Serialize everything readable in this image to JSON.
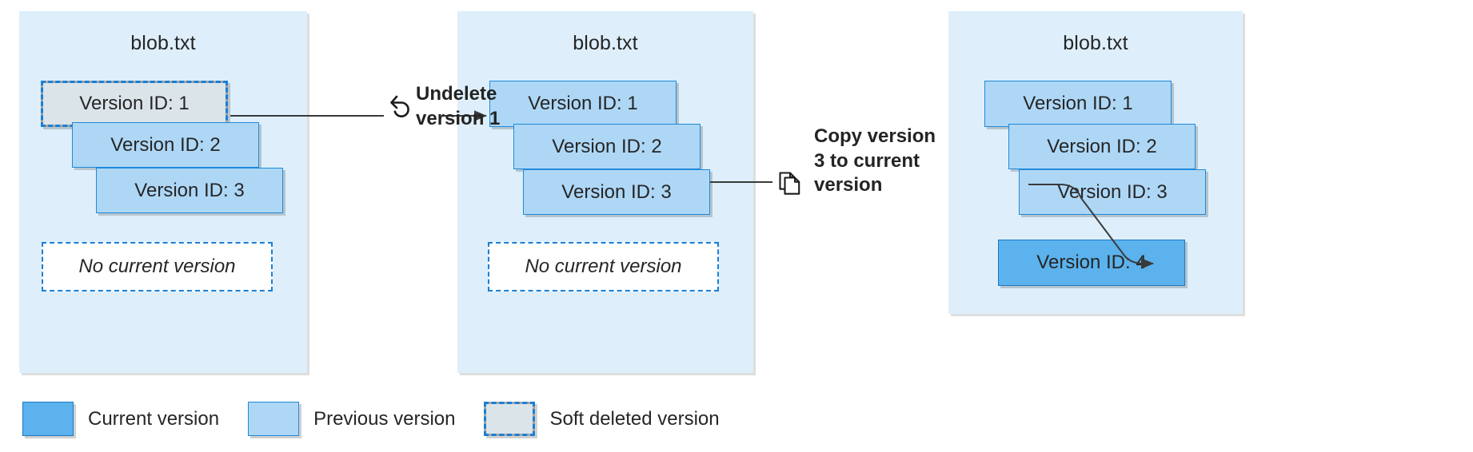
{
  "diagram": {
    "title_icon": "blob-file",
    "panels": [
      {
        "id": "panel-before",
        "blob_name": "blob.txt",
        "versions": [
          {
            "label": "Version ID: 1",
            "state": "soft-deleted"
          },
          {
            "label": "Version ID: 2",
            "state": "previous"
          },
          {
            "label": "Version ID: 3",
            "state": "previous"
          }
        ],
        "current_slot": "No current version"
      },
      {
        "id": "panel-undeleted",
        "blob_name": "blob.txt",
        "versions": [
          {
            "label": "Version ID: 1",
            "state": "previous"
          },
          {
            "label": "Version ID: 2",
            "state": "previous"
          },
          {
            "label": "Version ID: 3",
            "state": "previous"
          }
        ],
        "current_slot": "No current version"
      },
      {
        "id": "panel-copied",
        "blob_name": "blob.txt",
        "versions": [
          {
            "label": "Version ID: 1",
            "state": "previous"
          },
          {
            "label": "Version ID: 2",
            "state": "previous"
          },
          {
            "label": "Version ID: 3",
            "state": "previous"
          },
          {
            "label": "Version ID: 4",
            "state": "current"
          }
        ],
        "current_slot": null
      }
    ],
    "annotations": [
      {
        "id": "undelete",
        "icon": "undo-arrow-icon",
        "text": "Undelete\nversion 1"
      },
      {
        "id": "copy",
        "icon": "copy-pages-icon",
        "text": "Copy version\n3 to current\nversion"
      }
    ],
    "legend": [
      {
        "swatch": "current",
        "label": "Current version"
      },
      {
        "swatch": "previous",
        "label": "Previous version"
      },
      {
        "swatch": "deleted",
        "label": "Soft deleted version"
      }
    ],
    "colors": {
      "panel_background": "#deeffb",
      "current_version": "#5bb2ec",
      "previous_version": "#aed7f6",
      "soft_deleted_fill": "#dbe4e9",
      "soft_deleted_border": "#1b7fd4",
      "connector": "#3a3a3a",
      "text": "#262626"
    }
  }
}
